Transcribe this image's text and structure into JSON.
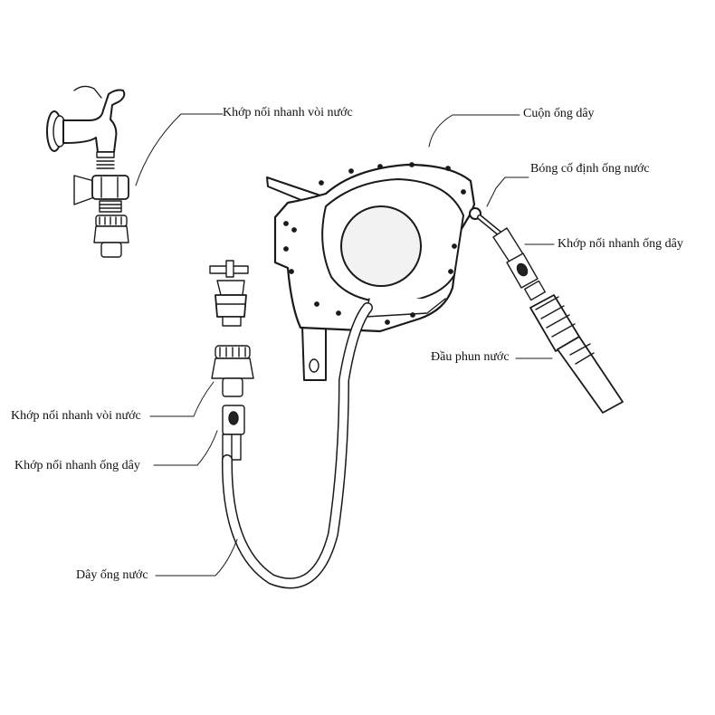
{
  "labels": {
    "tap_connector_top": "Khớp nối nhanh vòi nước",
    "reel": "Cuộn ống dây",
    "hose_fixing_ball": "Bóng cố định ống nước",
    "hose_connector_right": "Khớp nối nhanh ống dây",
    "spray_nozzle": "Đầu phun nước",
    "tap_connector_left": "Khớp nối nhanh vòi nước",
    "hose_connector_left": "Khớp nối nhanh ống dây",
    "water_hose": "Dây ống nước"
  },
  "colors": {
    "line": "#1a1a1a",
    "fill_white": "#ffffff",
    "fill_light": "#f2f2f2",
    "fill_gray": "#d9d9d9",
    "fill_dark": "#222222"
  }
}
